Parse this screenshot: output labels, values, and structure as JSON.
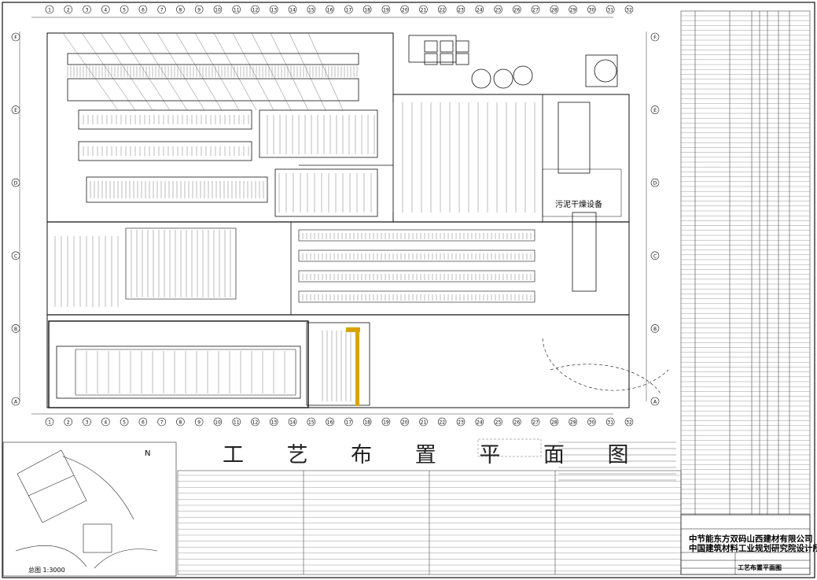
{
  "drawing": {
    "title": "工 艺 布 置 平 面 图",
    "company_line_1": "中节能东方双码山西建材有限公司",
    "company_line_2": "中国建筑材料工业规划研究院设计所",
    "drawing_name": "工艺布置平面图",
    "equipment_label": "污泥干燥设备",
    "scale_label": "总图 1:3000",
    "north_label": "N"
  },
  "grid": {
    "columns_top": [
      "1",
      "2",
      "3",
      "4",
      "5",
      "6",
      "7",
      "8",
      "9",
      "10",
      "11",
      "12",
      "13",
      "14",
      "15",
      "16",
      "17",
      "18",
      "19",
      "20",
      "21",
      "22",
      "23",
      "24",
      "25",
      "26",
      "27",
      "28",
      "29",
      "30",
      "31",
      "32"
    ],
    "rows_left": [
      "F",
      "E",
      "D",
      "C",
      "B",
      "A"
    ]
  },
  "colors": {
    "line": "#111111",
    "hatch": "#555555",
    "accent": "#d9a400",
    "paper": "#ffffff"
  }
}
